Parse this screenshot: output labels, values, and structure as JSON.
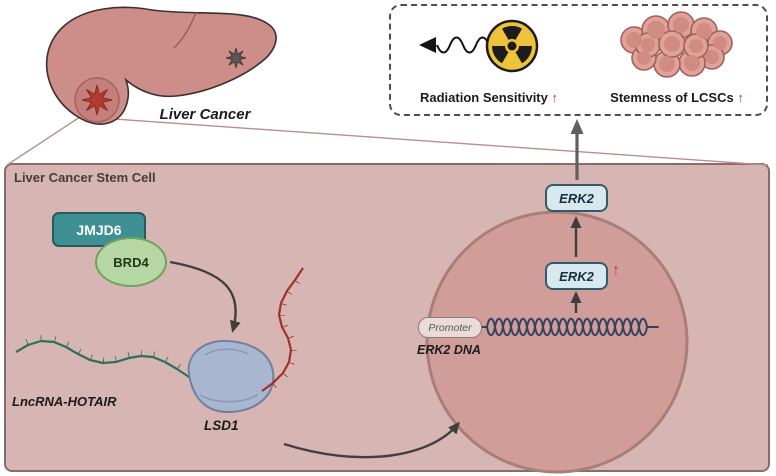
{
  "liver": {
    "label": "Liver Cancer"
  },
  "outcome_box": {
    "radiation_label": "Radiation Sensitivity",
    "radiation_up": "↑",
    "stemness_label": "Stemness of LCSCs",
    "stemness_up": "↑"
  },
  "stem_cell_panel": {
    "title": "Liver Cancer Stem Cell",
    "jmjd6_label": "JMJD6",
    "brd4_label": "BRD4",
    "lncrna_label": "LncRNA-HOTAIR",
    "lsd1_label": "LSD1",
    "promoter_label": "Promoter",
    "erk2_dna_label": "ERK2 DNA",
    "erk2_nuclear_label": "ERK2",
    "erk2_nuclear_up": "↑",
    "erk2_cytoplasm_label": "ERK2"
  },
  "icons": {
    "radiation": "radiation-trefoil",
    "cells": "cell-cluster",
    "up_arrow_glyph": "↑"
  },
  "colors": {
    "panel_bg": "#d7b5b2",
    "panel_border": "#8a6b69",
    "nucleus_bg": "#d19d99",
    "nucleus_border": "#a97e79",
    "jmjd6_bg": "#3f9095",
    "brd4_bg": "#b6d7a3",
    "erk2_bg": "#d7e9ef",
    "lsd1_fill": "#a9b6d0",
    "rna_green": "#2c6e60",
    "rna_red": "#9e322a",
    "upregulate_red": "#c23b2e",
    "radiation_yellow": "#efc23b",
    "liver_fill": "#cd8d88"
  }
}
